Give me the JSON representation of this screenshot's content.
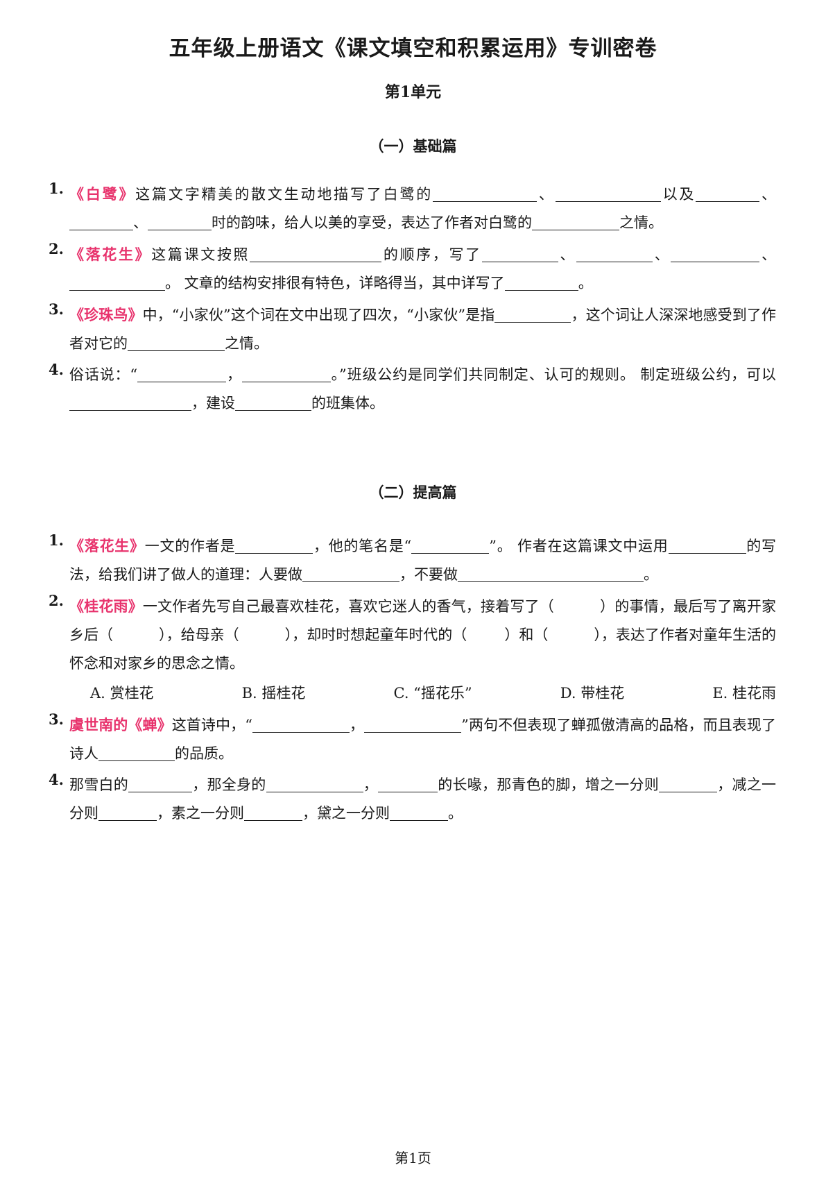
{
  "document": {
    "title": "五年级上册语文《课文填空和积累运用》专训密卷",
    "unit": "第1单元",
    "footer": "第1页",
    "accent_color": "#e8336d",
    "text_color": "#1a1a1a"
  },
  "sections": [
    {
      "heading": "（一）基础篇",
      "questions": [
        {
          "number": "1.",
          "work_title": "《白鹭》",
          "parts": [
            "这篇文字精美的散文生动地描写了白鹭的",
            "、",
            "以及",
            "、",
            "、",
            "时的韵味，给人以美的享受，表达了作者对白鹭的",
            "之情。"
          ]
        },
        {
          "number": "2.",
          "work_title": "《落花生》",
          "parts": [
            "这篇课文按照",
            "的顺序，写了",
            "、",
            "、",
            "、",
            "。 文章的结构安排很有特色，详略得当，其中详写了",
            "。"
          ]
        },
        {
          "number": "3.",
          "work_title": "《珍珠鸟》",
          "parts": [
            "中，“小家伙”这个词在文中出现了四次，“小家伙”是指",
            "，这个词让人深深地感受到了作者对它的",
            "之情。"
          ]
        },
        {
          "number": "4.",
          "work_title": "",
          "parts": [
            "俗话说：“",
            "，",
            "。”班级公约是同学们共同制定、认可的规则。 制定班级公约，可以",
            "，建设",
            "的班集体。"
          ]
        }
      ]
    },
    {
      "heading": "（二）提高篇",
      "questions": [
        {
          "number": "1.",
          "work_title": "《落花生》",
          "parts": [
            "一文的作者是",
            "，他的笔名是“",
            "”。 作者在这篇课文中运用",
            "的写法，给我们讲了做人的道理：人要做",
            "，不要做",
            "。"
          ]
        },
        {
          "number": "2.",
          "work_title": "《桂花雨》",
          "parts": [
            "一文作者先写自己最喜欢桂花，喜欢它迷人的香气，接着写了（",
            "）的事情，最后写了离开家乡后（",
            "），给母亲（",
            "），却时时想起童年时代的（",
            "）和（",
            "），表达了作者对童年生活的怀念和对家乡的思念之情。"
          ],
          "options": [
            "A. 赏桂花",
            "B. 摇桂花",
            "C. “摇花乐”",
            "D. 带桂花",
            "E. 桂花雨"
          ]
        },
        {
          "number": "3.",
          "work_title": "虞世南的《蝉》",
          "parts": [
            "这首诗中，“",
            "，",
            "”两句不但表现了蝉孤傲清高的品格，而且表现了诗人",
            "的品质。"
          ]
        },
        {
          "number": "4.",
          "work_title": "",
          "parts": [
            "那雪白的",
            "，那全身的",
            "，",
            "的长喙，那青色的脚，增之一分则",
            "，减之一分则",
            "，素之一分则",
            "，黛之一分则",
            "。"
          ]
        }
      ]
    }
  ]
}
